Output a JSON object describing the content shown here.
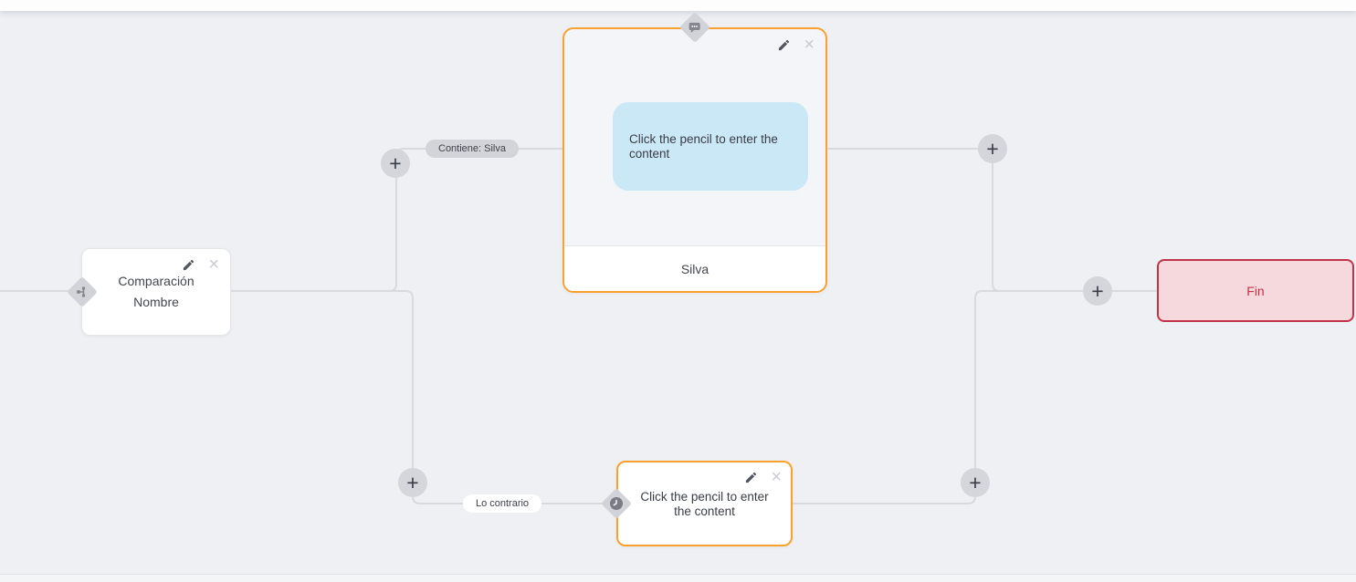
{
  "flow": {
    "condition_node": {
      "title": "Comparación",
      "subtitle": "Nombre"
    },
    "message_node": {
      "content_placeholder": "Click the pencil to enter the content",
      "answer_label": "Silva"
    },
    "action_node": {
      "content_placeholder": "Click the pencil to enter the content"
    },
    "end_node": {
      "label": "Fin"
    },
    "edge_labels": {
      "match": "Contiene: Silva",
      "no_match": "Lo contrario"
    }
  },
  "icons": {
    "add": "+",
    "close": "×",
    "branch": "branch-icon",
    "chat": "chat-bubble-icon",
    "clock": "clock-icon",
    "pencil": "pencil-icon"
  },
  "colors": {
    "accent_orange": "#f9a12e",
    "end_red": "#c0334b",
    "end_fill": "#f6d9dc",
    "bubble_blue": "#cbe8f7",
    "connector": "#d9dade",
    "canvas": "#eef0f3"
  }
}
